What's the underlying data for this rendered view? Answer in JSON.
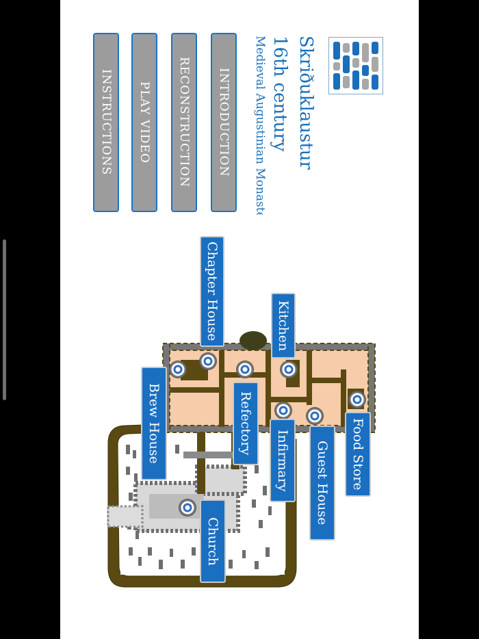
{
  "app": {
    "title": "Skriðuklaustur",
    "century": "16th century",
    "subtitle": "Medieval Augustinian Monastery"
  },
  "menu": [
    {
      "id": "introduction",
      "label": "INTRODUCTION"
    },
    {
      "id": "reconstruction",
      "label": "RECONSTRUCTION"
    },
    {
      "id": "play-video",
      "label": "PLAY VIDEO"
    },
    {
      "id": "instructions",
      "label": "INSTRUCTIONS"
    }
  ],
  "map_labels": {
    "chapter_house": "Chapter House",
    "kitchen": "Kitchen",
    "brew_house": "Brew House",
    "refectory": "Refectory",
    "infirmary": "Infirmary",
    "guest_house": "Guest House",
    "food_store": "Food Store",
    "church": "Church"
  },
  "colors": {
    "accent": "#1b6fc0",
    "menu_button": "#9c9c9c",
    "wall": "#5a4a12",
    "floor": "#f6ccaa"
  }
}
